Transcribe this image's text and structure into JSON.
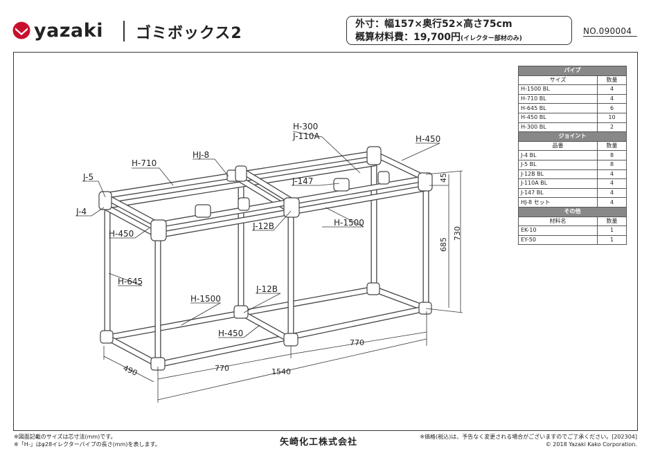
{
  "brand": {
    "logo_text": "yazaki",
    "accent": "#c8102e"
  },
  "title": "ゴミボックス2",
  "spec": {
    "size": "外寸：幅157×奥行52×高さ75cm",
    "cost_label": "概算材料費：19,700円",
    "cost_note": "(イレクター部材のみ)"
  },
  "doc_no": "NO.090004",
  "parts": {
    "pipe": {
      "header": "パイプ",
      "col1": "サイズ",
      "col2": "数量",
      "rows": [
        [
          "H-1500 BL",
          "4"
        ],
        [
          "H-710 BL",
          "4"
        ],
        [
          "H-645 BL",
          "6"
        ],
        [
          "H-450 BL",
          "10"
        ],
        [
          "H-300 BL",
          "2"
        ]
      ]
    },
    "joint": {
      "header": "ジョイント",
      "col1": "品番",
      "col2": "数量",
      "rows": [
        [
          "J-4 BL",
          "8"
        ],
        [
          "J-5 BL",
          "8"
        ],
        [
          "J-12B BL",
          "4"
        ],
        [
          "J-110A BL",
          "4"
        ],
        [
          "J-147 BL",
          "4"
        ],
        [
          "HJ-8 セット",
          "4"
        ]
      ]
    },
    "other": {
      "header": "その他",
      "col1": "材料名",
      "col2": "数量",
      "rows": [
        [
          "EK-10",
          "1"
        ],
        [
          "EY-50",
          "1"
        ]
      ]
    }
  },
  "labels": {
    "h300": "H-300",
    "j110a": "J-110A",
    "h450_top": "H-450",
    "h710": "H-710",
    "hj8": "HJ-8",
    "j5": "J-5",
    "j147": "J-147",
    "j4": "J-4",
    "j12b_top": "J-12B",
    "h1500_top": "H-1500",
    "h450_left": "H-450",
    "h645": "H-645",
    "j12b_bottom": "J-12B",
    "h1500_bottom": "H-1500",
    "h450_bottom": "H-450"
  },
  "dims": {
    "d45": "45",
    "d730": "730",
    "d685": "685",
    "d490": "490",
    "d770_left": "770",
    "d770_right": "770",
    "d1540": "1540"
  },
  "footer": {
    "note1": "※図面記載のサイズは芯寸法(mm)です。",
    "note2": "※「H-」はφ28イレクターパイプの長さ(mm)を表します。",
    "company": "矢崎化工株式会社",
    "price_note": "※価格(税込)は、予告なく変更される場合がございますのでご了承ください。[202304]",
    "copyright": "© 2018 Yazaki Kako Corporation."
  }
}
